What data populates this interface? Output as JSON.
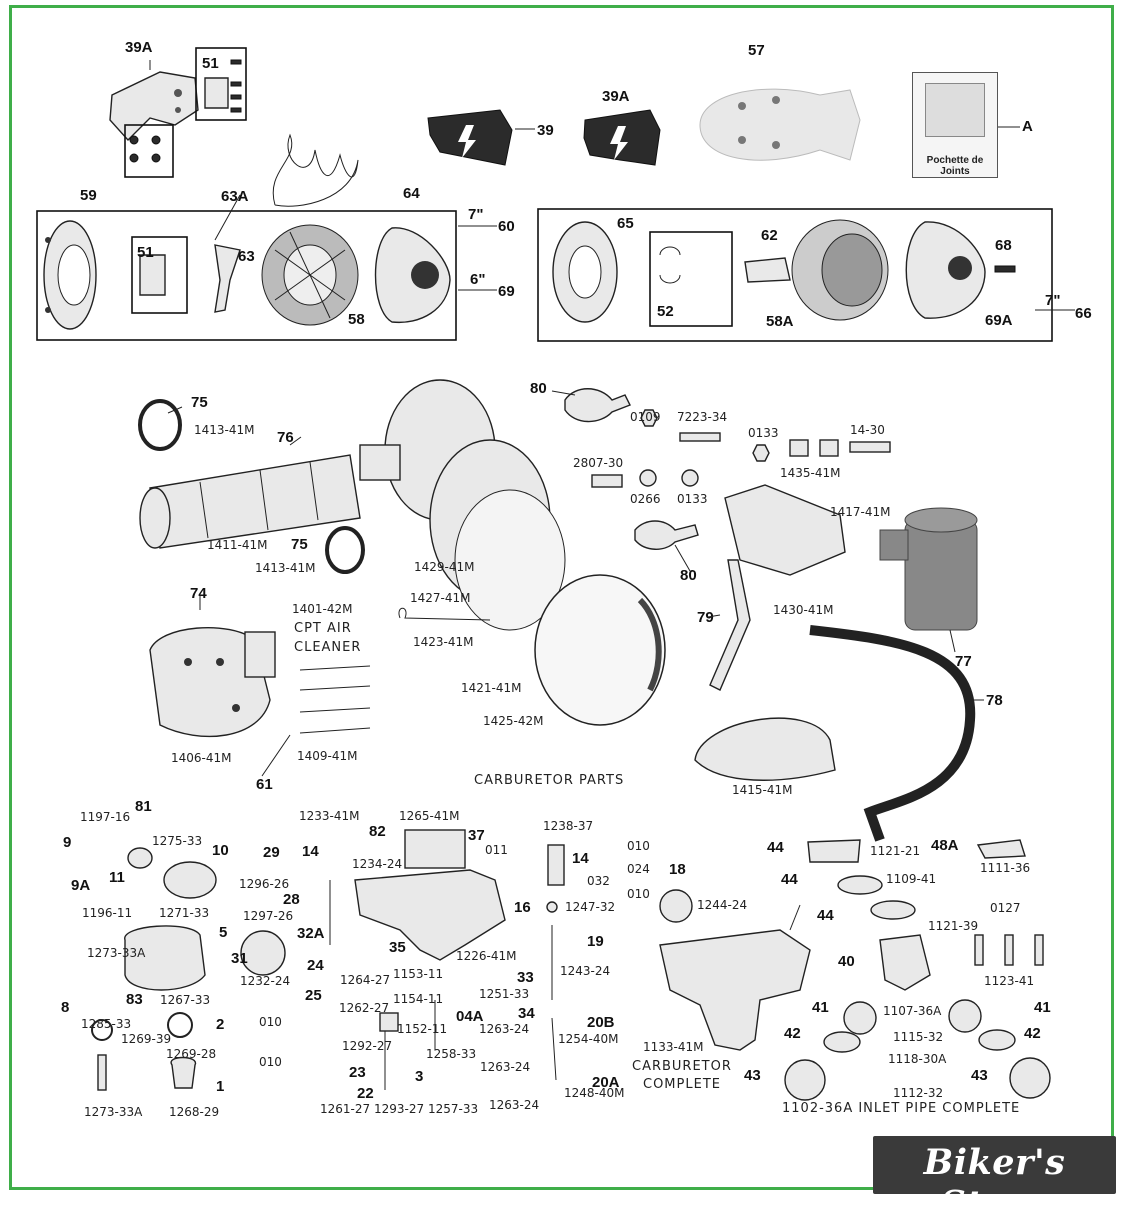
{
  "brand": {
    "watermark": "Biker's Store"
  },
  "kit": {
    "label": "Pochette de Joints",
    "callout": "A"
  },
  "section_title": "CARBURETOR PARTS",
  "assembly_labels": {
    "air_cleaner": "CPT AIR\nCLEANER",
    "carburetor": "CARBURETOR\nCOMPLETE",
    "inlet_pipe": "1102-36A  INLET PIPE  COMPLETE"
  },
  "callouts": {
    "top": [
      "39A",
      "51",
      "63A",
      "39",
      "39A",
      "57",
      "59",
      "51",
      "63",
      "64",
      "58",
      "65",
      "52",
      "62",
      "58A",
      "68",
      "69A"
    ],
    "sizes": [
      "7\"",
      "60",
      "6\"",
      "69",
      "7\"",
      "66"
    ],
    "cleaner": [
      "75",
      "76",
      "80",
      "75",
      "74",
      "61",
      "80",
      "79",
      "77",
      "78"
    ],
    "carb": [
      "81",
      "9",
      "10",
      "11",
      "9A",
      "5",
      "8",
      "83",
      "2",
      "1",
      "29",
      "28",
      "31",
      "82",
      "14",
      "37",
      "32A",
      "35",
      "24",
      "25",
      "04A",
      "34",
      "33",
      "23",
      "22",
      "3",
      "18",
      "14",
      "16",
      "19",
      "20B",
      "20A",
      "44",
      "44",
      "44",
      "48A",
      "40",
      "41",
      "41",
      "42",
      "42",
      "43",
      "43"
    ]
  },
  "part_numbers": {
    "top_right": [
      "0109",
      "7223-34",
      "2807-30",
      "0266",
      "0133",
      "0133",
      "14-30",
      "1435-41M",
      "1417-41M"
    ],
    "cleaner": [
      "1413-41M",
      "1411-41M",
      "1413-41M",
      "1429-41M",
      "1401-42M",
      "1427-41M",
      "1423-41M",
      "1421-41M",
      "1425-42M",
      "1406-41M",
      "1409-41M",
      "1430-41M",
      "1415-41M"
    ],
    "carb_left": [
      "1197-16",
      "1275-33",
      "1196-11",
      "1271-33",
      "1273-33A",
      "1267-33",
      "1285-33",
      "1269-39",
      "1269-28",
      "1273-33A",
      "1268-29",
      "1296-26",
      "1297-26",
      "1232-24",
      "010",
      "010"
    ],
    "carb_mid": [
      "1233-41M",
      "1265-41M",
      "011",
      "1234-24",
      "1226-41M",
      "1264-27",
      "1153-11",
      "1154-11",
      "1262-27",
      "1152-11",
      "1258-33",
      "1292-27",
      "1261-27",
      "1293-27",
      "1257-33",
      "1263-24",
      "1263-24",
      "1263-24",
      "1251-33"
    ],
    "carb_right": [
      "1238-37",
      "010",
      "024",
      "032",
      "010",
      "1247-32",
      "1244-24",
      "1243-24",
      "1254-40M",
      "1248-40M",
      "1133-41M",
      "1121-21",
      "1109-41",
      "1121-39",
      "1111-36",
      "0127",
      "1123-41",
      "1107-36A",
      "1115-32",
      "1118-30A",
      "1112-32"
    ]
  }
}
